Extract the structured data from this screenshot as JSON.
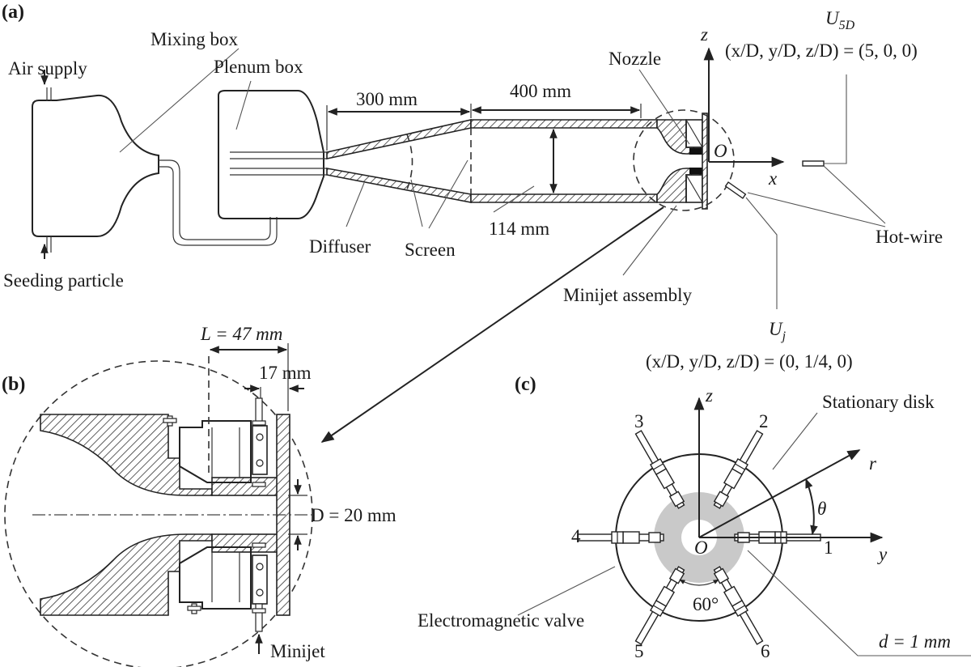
{
  "panels": {
    "a": "(a)",
    "b": "(b)",
    "c": "(c)"
  },
  "panel_a": {
    "air_supply": "Air supply",
    "mixing_box": "Mixing box",
    "plenum_box": "Plenum box",
    "seeding_particle": "Seeding particle",
    "dim_300": "300 mm",
    "dim_400": "400 mm",
    "dim_114": "114 mm",
    "diffuser": "Diffuser",
    "screen": "Screen",
    "nozzle": "Nozzle",
    "minijet_assembly": "Minijet assembly",
    "hot_wire": "Hot-wire",
    "axis_z": "z",
    "axis_x": "x",
    "origin": "O",
    "u5d_symbol": "U",
    "u5d_sub": "5D",
    "u5d_coords": "(x/D, y/D, z/D) = (5, 0, 0)",
    "uj_symbol": "U",
    "uj_sub": "j",
    "uj_coords": "(x/D, y/D, z/D) = (0, 1/4, 0)"
  },
  "panel_b": {
    "L_label": "L = 47 mm",
    "dim_17": "17 mm",
    "D_label": "D = 20 mm",
    "minijet": "Minijet"
  },
  "panel_c": {
    "axis_z": "z",
    "axis_y": "y",
    "axis_r": "r",
    "theta": "θ",
    "origin": "O",
    "angle": "60°",
    "stationary_disk": "Stationary disk",
    "valve": "Electromagnetic valve",
    "d_label": "d = 1 mm",
    "jet_numbers": [
      "1",
      "2",
      "3",
      "4",
      "5",
      "6"
    ]
  }
}
